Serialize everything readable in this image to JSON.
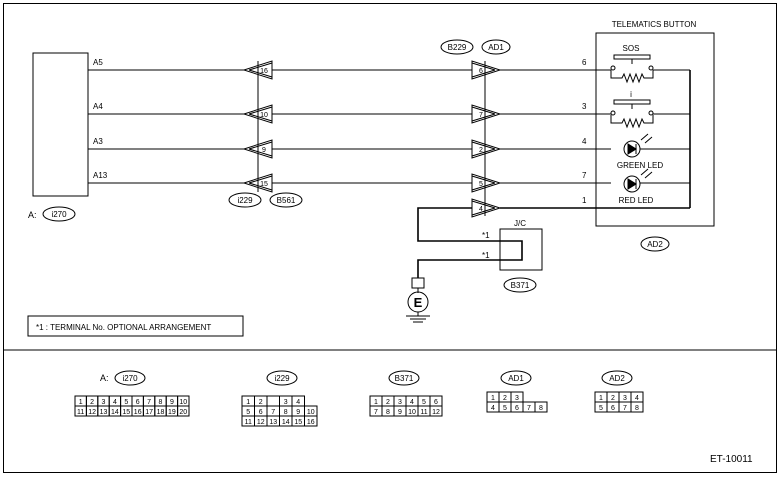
{
  "diagram_id": "ET-10011",
  "module": {
    "label_prefix": "A:",
    "code": "i270"
  },
  "wires": [
    {
      "pin": "A5",
      "mid": "16",
      "right": "6",
      "btn": "6"
    },
    {
      "pin": "A4",
      "mid": "10",
      "right": "7",
      "btn": "3"
    },
    {
      "pin": "A3",
      "mid": "9",
      "right": "2",
      "btn": "4"
    },
    {
      "pin": "A13",
      "mid": "15",
      "right": "5",
      "btn": "7"
    }
  ],
  "ground_wire": {
    "right": "4",
    "btn": "1"
  },
  "connectors": {
    "mid_bottom_a": "i229",
    "mid_bottom_b": "B561",
    "right_top_a": "B229",
    "right_top_b": "AD1",
    "button_conn": "AD2",
    "jc_conn": "B371"
  },
  "telematics": {
    "title": "TELEMATICS BUTTON",
    "sos": "SOS",
    "info": "i",
    "green_led": "GREEN LED",
    "red_led": "RED LED"
  },
  "jc": {
    "label": "J/C",
    "star1": "*1",
    "star2": "*1"
  },
  "ground_symbol": "E",
  "note": "*1 : TERMINAL No. OPTIONAL ARRANGEMENT",
  "legend": {
    "i270": {
      "prefix": "A:",
      "code": "i270",
      "rows": [
        [
          "1",
          "2",
          "3",
          "4",
          "5",
          "6",
          "7",
          "8",
          "9",
          "10"
        ],
        [
          "11",
          "12",
          "13",
          "14",
          "15",
          "16",
          "17",
          "18",
          "19",
          "20"
        ]
      ]
    },
    "i229": {
      "code": "i229",
      "rows": [
        [
          "1",
          "2",
          "",
          "3",
          "4"
        ],
        [
          "5",
          "6",
          "7",
          "8",
          "9",
          "10"
        ],
        [
          "11",
          "12",
          "13",
          "14",
          "15",
          "16"
        ]
      ]
    },
    "B371": {
      "code": "B371",
      "rows": [
        [
          "1",
          "2",
          "3",
          "4",
          "5",
          "6"
        ],
        [
          "7",
          "8",
          "9",
          "10",
          "11",
          "12"
        ]
      ]
    },
    "AD1": {
      "code": "AD1",
      "rows": [
        [
          "1",
          "2",
          "3"
        ],
        [
          "4",
          "5",
          "6",
          "7",
          "8"
        ]
      ]
    },
    "AD2": {
      "code": "AD2",
      "rows": [
        [
          "1",
          "2",
          "3",
          "4"
        ],
        [
          "5",
          "6",
          "7",
          "8"
        ]
      ]
    }
  },
  "colors": {
    "line": "#000000",
    "background": "#ffffff"
  }
}
